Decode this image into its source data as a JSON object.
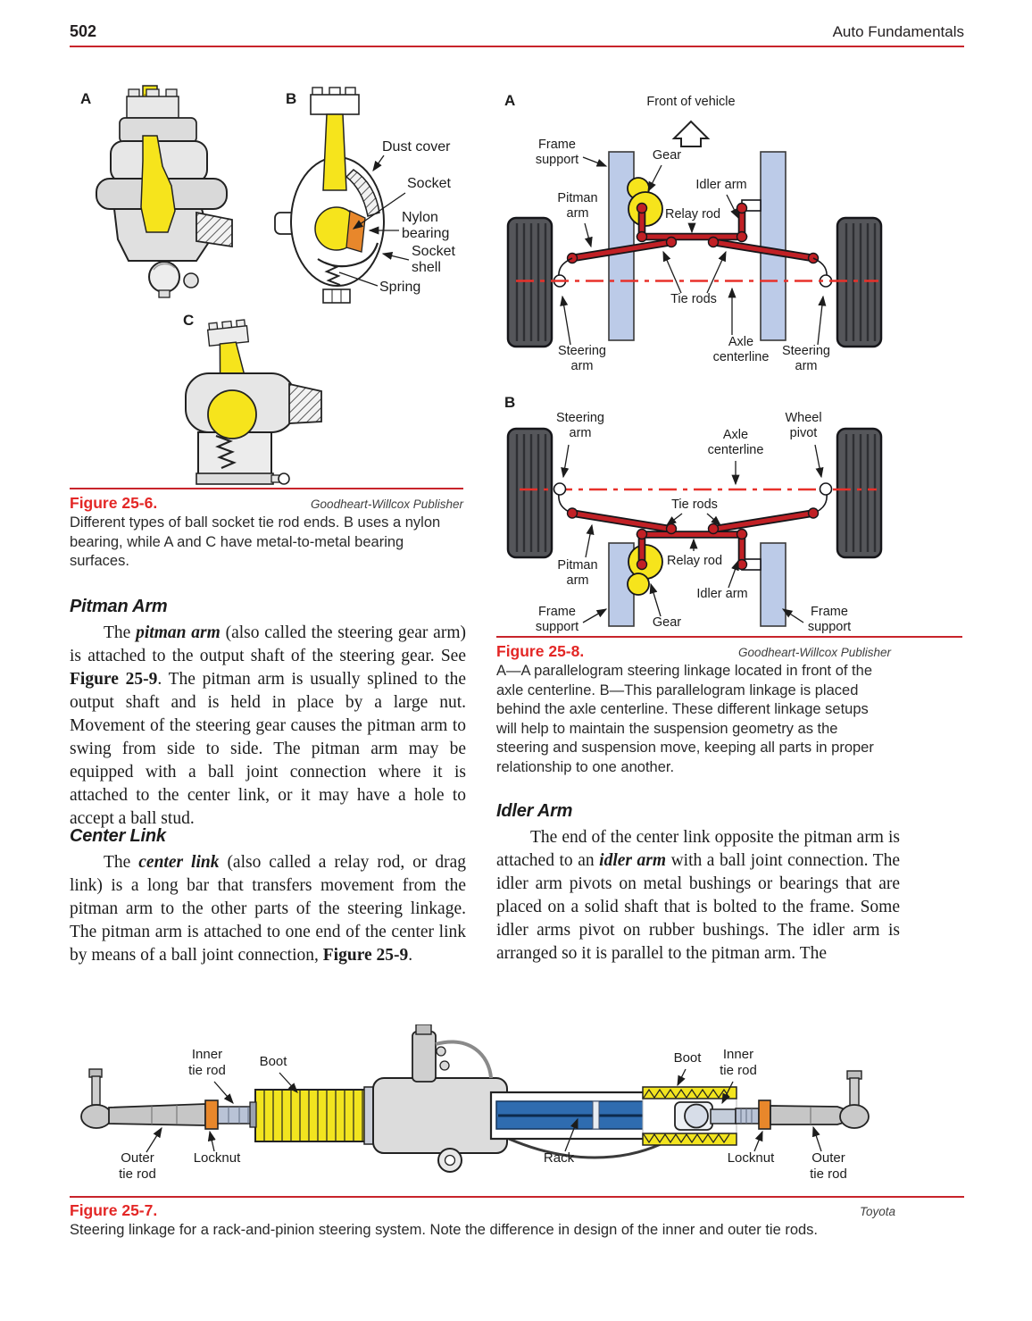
{
  "header": {
    "page_number": "502",
    "book_title": "Auto Fundamentals"
  },
  "colors": {
    "accent_red": "#c8242b",
    "caption_red": "#e32726",
    "linkage_red": "#c12025",
    "centerline_red": "#e8312a",
    "frame_blue": "#bccbe8",
    "gear_yellow": "#f6e41c",
    "rack_blue": "#2f6cb0",
    "locknut_orange": "#e8872b",
    "tire_gray": "#55565a"
  },
  "fig6": {
    "tag_a": "A",
    "tag_b": "B",
    "tag_c": "C",
    "labels": {
      "dust_cover": "Dust cover",
      "socket": "Socket",
      "nylon_1": "Nylon",
      "nylon_2": "bearing",
      "shell_1": "Socket",
      "shell_2": "shell",
      "spring": "Spring"
    },
    "caption": {
      "title": "Figure 25-6.",
      "credit": "Goodheart-Willcox Publisher",
      "text": "Different types of ball socket tie rod ends. B uses a nylon bearing, while A and C have metal-to-metal bearing surfaces."
    }
  },
  "fig8": {
    "tag_a": "A",
    "tag_b": "B",
    "front_label": "Front of vehicle",
    "words": {
      "frame": "Frame",
      "support": "support",
      "gear": "Gear",
      "idler_arm": "Idler arm",
      "pitman": "Pitman",
      "arm": "arm",
      "relay_rod": "Relay rod",
      "tie_rods": "Tie rods",
      "axle": "Axle",
      "centerline": "centerline",
      "steering": "Steering",
      "wheel": "Wheel",
      "pivot": "pivot"
    },
    "caption": {
      "title": "Figure 25-8.",
      "credit": "Goodheart-Willcox Publisher",
      "text": "A—A parallelogram steering linkage located in front of the axle centerline. B—This parallelogram linkage is placed behind the axle centerline. These different linkage setups will help to maintain the suspension geometry as the steering and suspension move, keeping all parts in proper relationship to one another."
    }
  },
  "fig7": {
    "words": {
      "inner": "Inner",
      "tie_rod": "tie rod",
      "boot": "Boot",
      "outer": "Outer",
      "locknut": "Locknut",
      "rack": "Rack"
    },
    "caption": {
      "title": "Figure 25-7.",
      "credit": "Toyota",
      "text": "Steering linkage for a rack-and-pinion steering system. Note the difference in design of the inner and outer tie rods."
    }
  },
  "sections": {
    "pitman": {
      "heading": "Pitman Arm",
      "r1": "The ",
      "r2": "pitman arm",
      "r3": " (also called the steering gear arm) is attached to the output shaft of the steering gear. See ",
      "r4": "Figure 25-9",
      "r5": ". The pitman arm is usually splined to the output shaft and is held in place by a large nut. Movement of the steering gear causes the pitman arm to swing from side to side. The pitman arm may be equipped with a ball joint connection where it is attached to the center link, or it may have a hole to accept a ball stud."
    },
    "center": {
      "heading": "Center Link",
      "r1": "The ",
      "r2": "center link",
      "r3": " (also called a relay rod, or drag link) is a long bar that transfers movement from the pitman arm to the other parts of the steering linkage. The pitman arm is attached to one end of the center link by means of a ball joint connection, ",
      "r4": "Figure 25-9",
      "r5": "."
    },
    "idler": {
      "heading": "Idler Arm",
      "r1": "The end of the center link opposite the pitman arm is attached to an ",
      "r2": "idler arm",
      "r3": " with a ball joint connection. The idler arm pivots on metal bushings or bearings that are placed on a solid shaft that is bolted to the frame. Some idler arms pivot on rubber bushings. The idler arm is arranged so it is parallel to the pitman arm. The"
    }
  }
}
